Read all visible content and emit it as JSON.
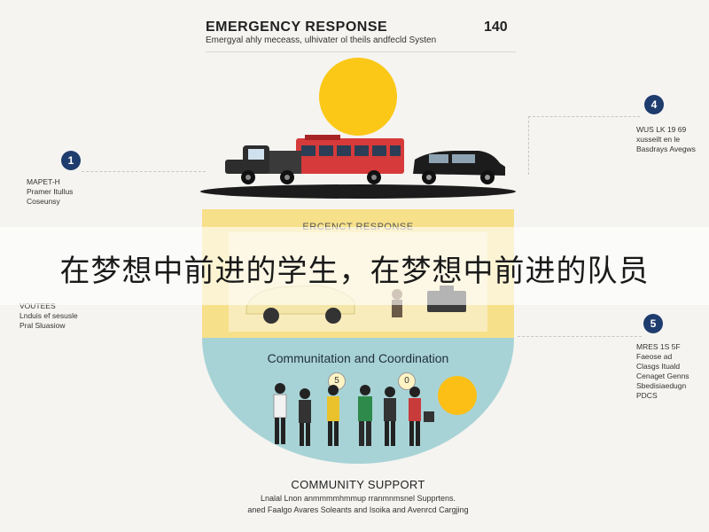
{
  "header": {
    "title": "EMERGENCY RESPONSE",
    "number": "140",
    "subtitle": "Emergyal ahly meceass, ulhivater ol theils andfecld Systen"
  },
  "side_labels": {
    "left1": {
      "badge": "1",
      "text": "MAPET-H\nPramer Itullus\nCoseunsy"
    },
    "left3": {
      "text": "VOUTEES\nLnduis ef sesusle\nPral Sluasiow"
    },
    "right4": {
      "badge": "4",
      "text": "WUS LK 19 69\nxusseilt en le\nBasdrays Avegws"
    },
    "right5": {
      "badge": "5",
      "text": "MRES 1S 5F\nFaeose ad\nClasgs Ituald\nCenaget Genns\nSbedisiaedugn\nPDCS"
    }
  },
  "panel_yellow": {
    "title": "ERCENCT RESPONSE"
  },
  "overlay": {
    "text": "在梦想中前进的学生，在梦想中前进的队员"
  },
  "bowl": {
    "title": "Communitation and Coordination",
    "bubble1": "5",
    "bubble2": "0"
  },
  "footer": {
    "title": "COMMUNITY SUPPORT",
    "line1": "Lnalal Lnon anmmmmhmmup rranmnmsnel Supprtens.",
    "line2": "aned Faalgo Avares Soleants and Isoika and Avenrcd Cargjing"
  },
  "colors": {
    "badge": "#1f3c6e",
    "sun": "#fbc818",
    "truck_red": "#d63a3a",
    "panel_yellow": "#f7e08a",
    "bowl_blue": "#a8d3d6"
  },
  "icons": [
    "sun-icon",
    "fire-truck-icon",
    "suv-icon",
    "car-icon",
    "person-icon",
    "briefcase-icon",
    "people-group-icon"
  ]
}
